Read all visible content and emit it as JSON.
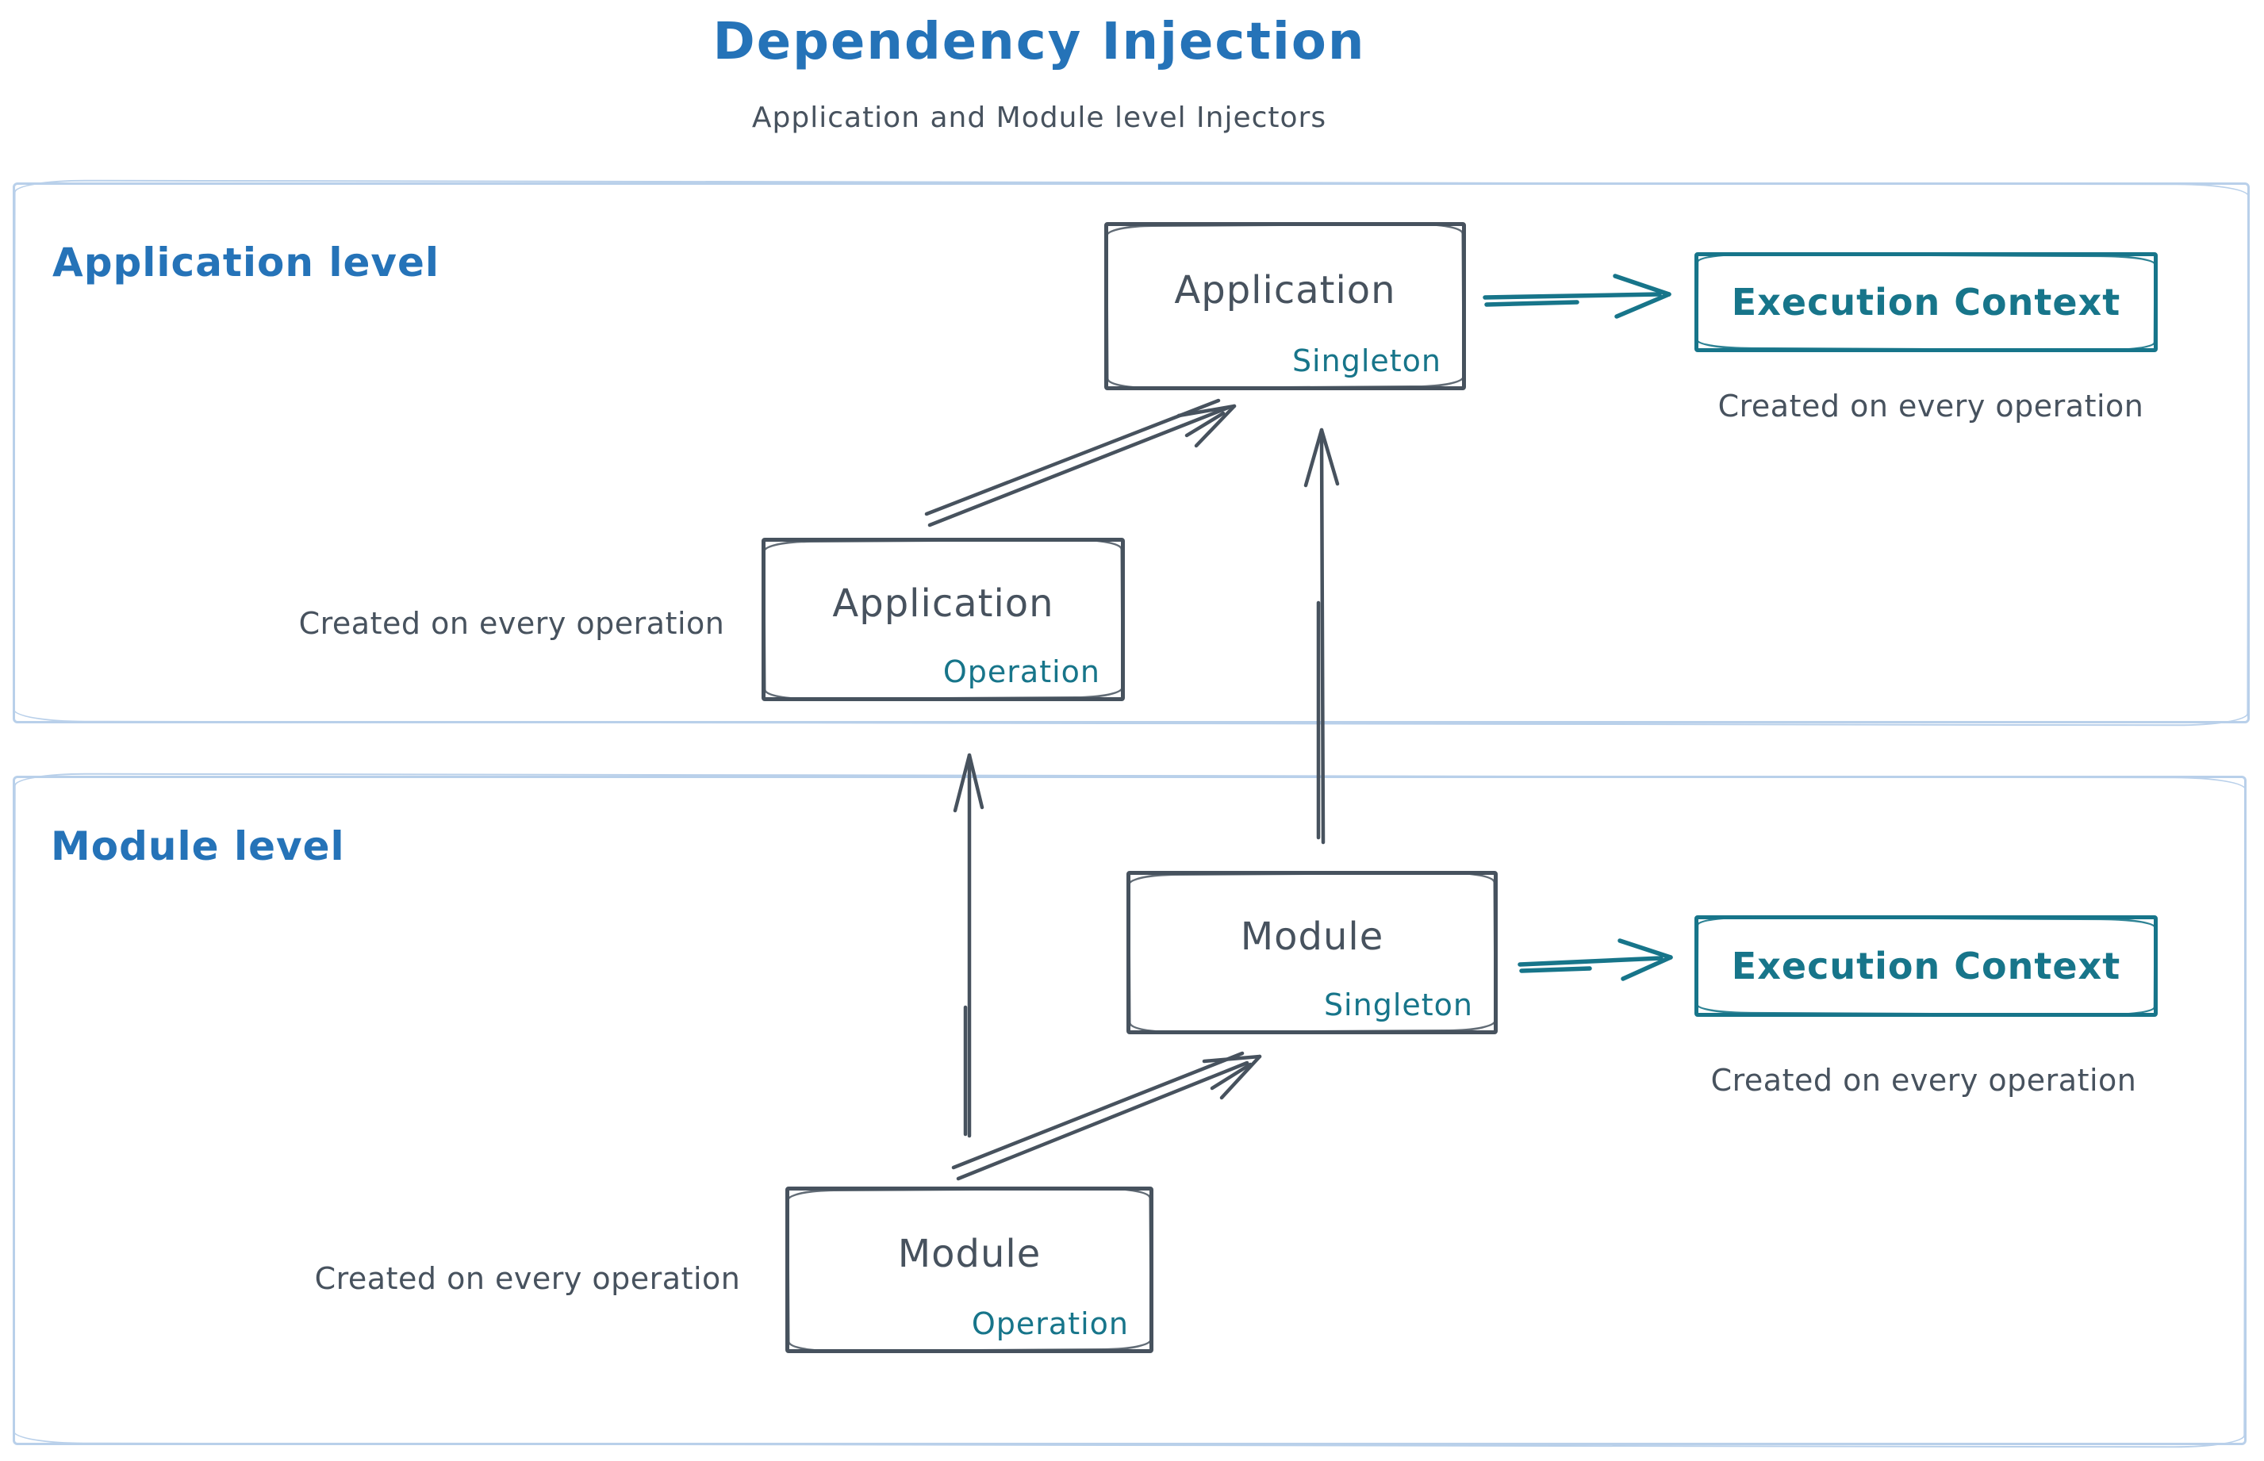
{
  "title": "Dependency Injection",
  "subtitle": "Application and Module level Injectors",
  "colors": {
    "title_blue": "#2573b8",
    "teal": "#17758a",
    "ink": "#47525e",
    "section_border": "#b9d0ea"
  },
  "sections": {
    "application": {
      "label": "Application level"
    },
    "module": {
      "label": "Module level"
    }
  },
  "nodes": {
    "app_singleton": {
      "title": "Application",
      "tag": "Singleton"
    },
    "app_operation": {
      "title": "Application",
      "tag": "Operation"
    },
    "module_singleton": {
      "title": "Module",
      "tag": "Singleton"
    },
    "module_operation": {
      "title": "Module",
      "tag": "Operation"
    },
    "exec_context_app": {
      "title": "Execution Context"
    },
    "exec_context_module": {
      "title": "Execution Context"
    }
  },
  "notes": {
    "app_operation": "Created on every operation",
    "exec_context_app": "Created on every operation",
    "module_operation": "Created on every operation",
    "exec_context_module": "Created on every operation"
  },
  "edges": [
    {
      "from": "app_operation",
      "to": "app_singleton"
    },
    {
      "from": "module_singleton",
      "to": "app_singleton"
    },
    {
      "from": "app_singleton",
      "to": "exec_context_app"
    },
    {
      "from": "module_operation",
      "to": "app_operation"
    },
    {
      "from": "module_operation",
      "to": "module_singleton"
    },
    {
      "from": "module_singleton",
      "to": "exec_context_module"
    }
  ]
}
